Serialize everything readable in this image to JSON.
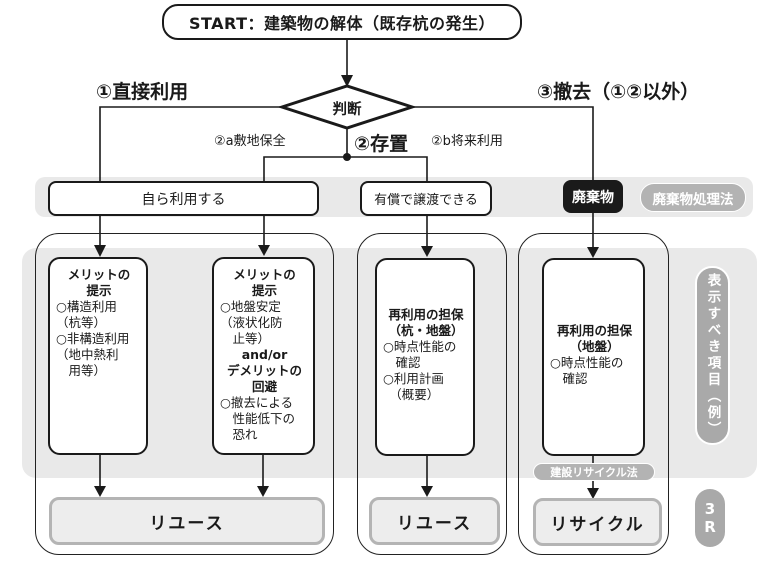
{
  "title": "START：建築物の解体（既存杭の発生）",
  "decision": {
    "label": "判断"
  },
  "branches": {
    "direct_use": "①直接利用",
    "leave_in_place": "②存置",
    "leave_site_preserve": "②a敷地保全",
    "leave_future_use": "②b将来利用",
    "removal": "③撤去（①②以外）"
  },
  "band": {
    "self_use": "自ら利用する",
    "paid_transfer": "有償で譲渡できる",
    "waste": "廃棄物",
    "waste_law_pill": "廃棄物処理法"
  },
  "boxes": {
    "box1": {
      "title": "メリットの\n提示",
      "body": "○構造利用\n（杭等）\n○非構造利用\n（地中熱利\n　用等）"
    },
    "box2": {
      "title": "メリットの\n提示",
      "body1": "○地盤安定\n（液状化防\n　止等）",
      "connector": "and/or",
      "title2": "デメリットの\n回避",
      "body2": "○撤去による\n　性能低下の\n　恐れ"
    },
    "box3": {
      "title": "再利用の担保\n（杭・地盤）",
      "body": "○時点性能の\n　確認\n○利用計画\n　（概要）"
    },
    "box4": {
      "title": "再利用の担保\n（地盤）",
      "body": "○時点性能の\n　確認"
    }
  },
  "recycle_law_pill": "建設リサイクル法",
  "outcomes": {
    "reuse_left": "リユース",
    "reuse_mid": "リユース",
    "recycle": "リサイクル"
  },
  "side": {
    "display_items": "表示すべき項目（例）",
    "three_r": "3\nR"
  },
  "colors": {
    "line": "#1a1a1a",
    "panel_gray": "#e9e9e9",
    "pill_gray": "#b3b3b3",
    "side_pill_gray": "#a9a9a9",
    "waste_bg": "#1a1a1a",
    "outcome_fill": "#ededed",
    "outcome_border": "#b4b4b4"
  }
}
